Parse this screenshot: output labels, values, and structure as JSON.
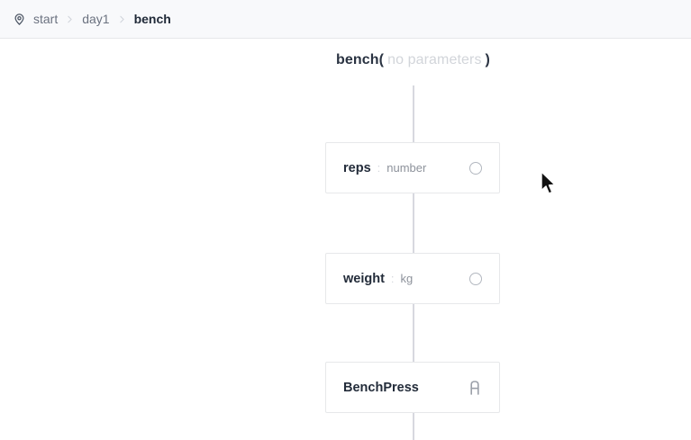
{
  "breadcrumb": {
    "items": [
      {
        "label": "start"
      },
      {
        "label": "day1"
      },
      {
        "label": "bench"
      }
    ]
  },
  "header": {
    "function_name": "bench",
    "open_paren": "(",
    "params_placeholder": "no parameters",
    "close_paren": ")"
  },
  "nodes": [
    {
      "label": "reps",
      "separator": ":",
      "type": "number",
      "icon": "radio-circle-icon"
    },
    {
      "label": "weight",
      "separator": ":",
      "type": "kg",
      "icon": "radio-circle-icon"
    },
    {
      "label": "BenchPress",
      "separator": "",
      "type": "",
      "icon": "letter-a-icon"
    }
  ],
  "colors": {
    "topbar_bg": "#f8f9fb",
    "topbar_border": "#e6e7ea",
    "connector_line": "#d7d8df",
    "card_border": "#e7e8ea",
    "text_primary": "#232c3a",
    "text_muted": "#8d929b",
    "text_faint": "#d2d5da"
  }
}
